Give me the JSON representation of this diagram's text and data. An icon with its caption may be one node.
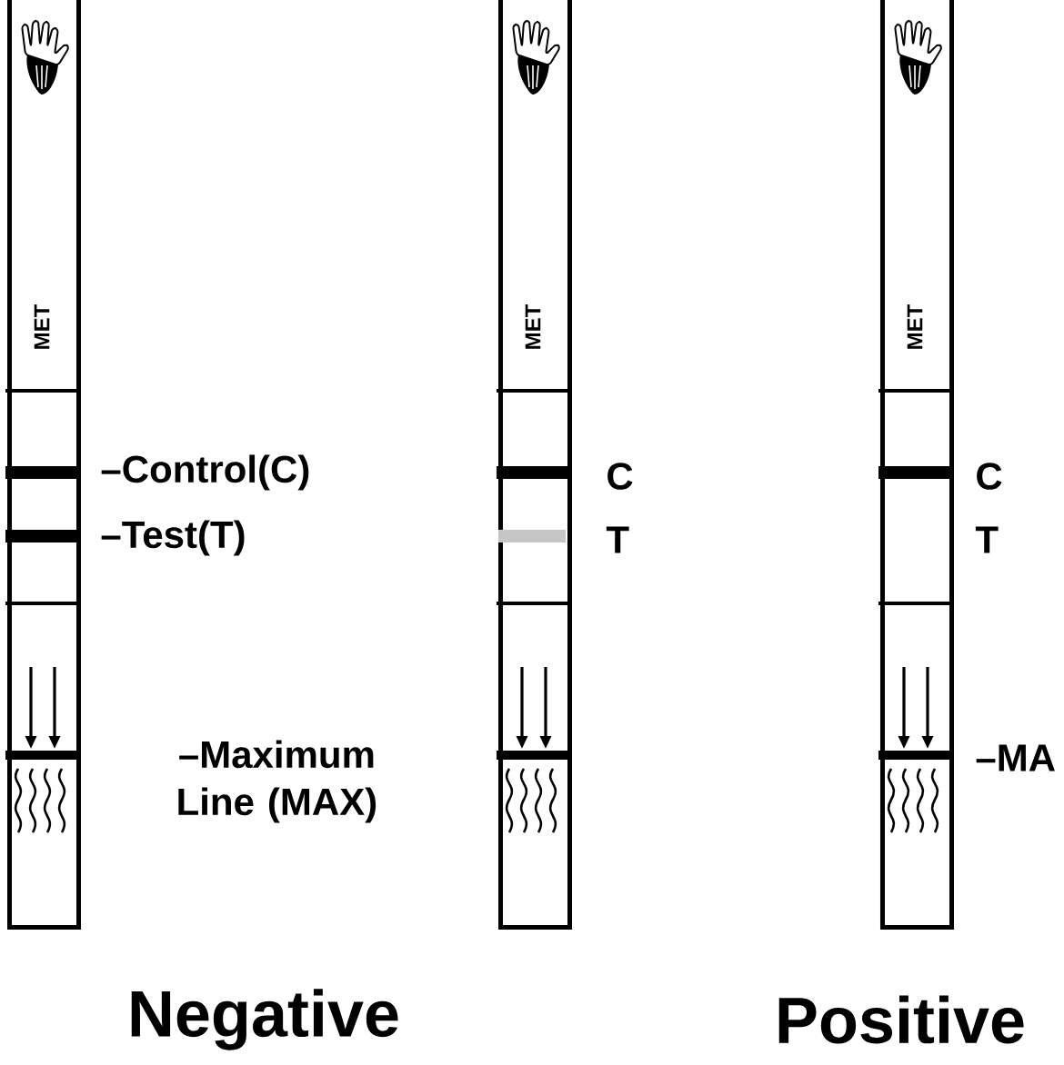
{
  "diagram": {
    "nodes": [
      {
        "text": [
          "MET"
        ]
      },
      {
        "text": [
          "MET"
        ]
      },
      {
        "text": [
          "MET"
        ]
      }
    ],
    "labels": [
      "–Control(C)",
      "–Test(T)",
      "–Maximum Line (MAX)",
      "C",
      "T",
      "C",
      "T",
      "–MA",
      "Negative",
      "Positive"
    ]
  }
}
